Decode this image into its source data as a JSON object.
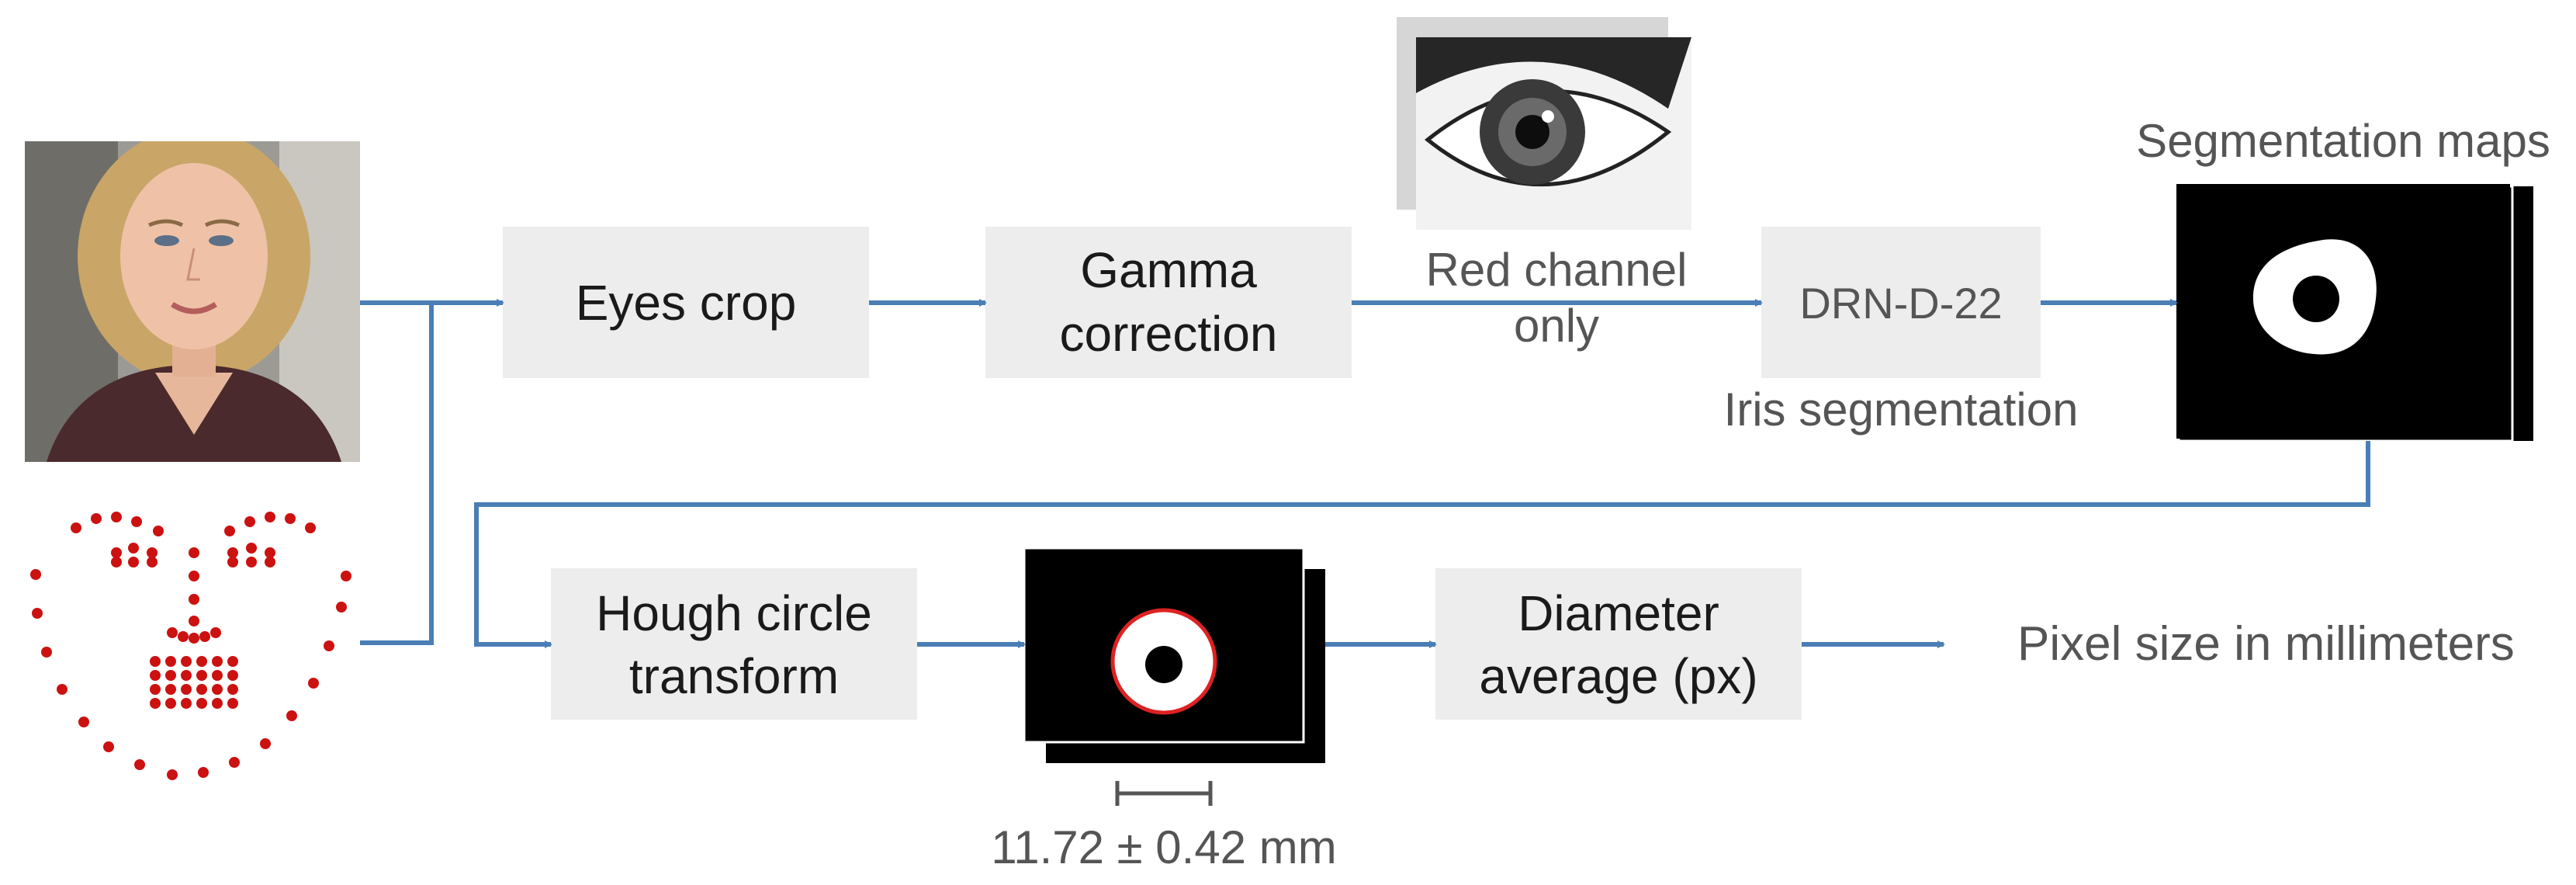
{
  "nodes": {
    "eyes_crop": "Eyes crop",
    "gamma_correction": [
      "Gamma",
      "correction"
    ],
    "red_channel": [
      "Red channel",
      "only"
    ],
    "drn": "DRN-D-22",
    "iris_segmentation": "Iris segmentation",
    "segmentation_maps": "Segmentation maps",
    "hough": [
      "Hough circle",
      "transform"
    ],
    "diameter": [
      "Diameter",
      "average (px)"
    ],
    "pixel_size": "Pixel size in millimeters",
    "measurement": "11.72 ± 0.42 mm"
  },
  "colors": {
    "arrow": "#4a7eb5",
    "box": "#ededed",
    "landmark": "#cc1111",
    "circle_fit": "#dd2222"
  },
  "images": [
    "face-photo",
    "face-landmarks",
    "eye-red-channel",
    "segmentation-map",
    "hough-circle-map"
  ]
}
